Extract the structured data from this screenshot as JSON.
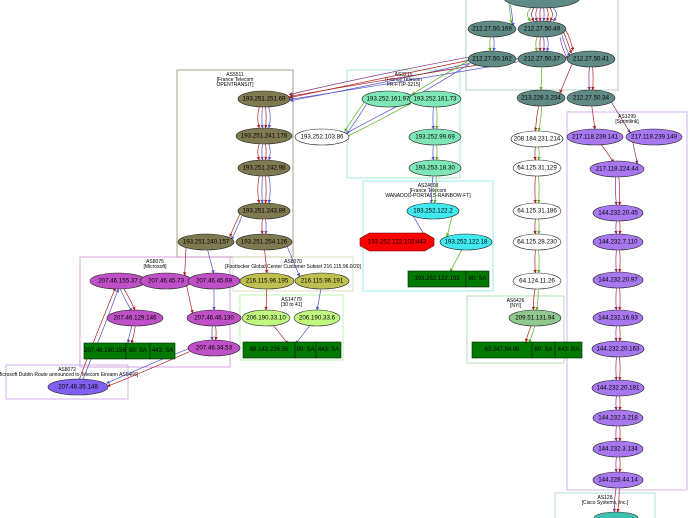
{
  "title": "AS path traceroute graph",
  "colors": {
    "edge_blue": "#5050c8",
    "edge_green": "#58b020",
    "edge_red": "#b02020",
    "edge_purple": "#803080",
    "port_fill": "#007a00"
  },
  "clusters": [
    {
      "id": "as_top",
      "label": [],
      "stroke": "#a0c0c0"
    },
    {
      "id": "as5511",
      "label": [
        "AS5511",
        "[France Telecom",
        "OPENTRANSIT]"
      ],
      "stroke": "#8a8a6a"
    },
    {
      "id": "as3215",
      "label": [
        "AS3215",
        "[France Telecom",
        "FR-FTIP-3215]"
      ],
      "stroke": "#90e8c0"
    },
    {
      "id": "as24608",
      "label": [
        "AS24608",
        "[France Telecom",
        "WANADOO-PORTALS-RAINBOW-FT]"
      ],
      "stroke": "#80e8e8"
    },
    {
      "id": "as8075",
      "label": [
        "AS8075",
        "[Microsoft]"
      ],
      "stroke": "#d090d8"
    },
    {
      "id": "as8070",
      "label": [
        "AS8070",
        "[Footlocker Global Center Customer Subnet 216.115.96.0/20]"
      ],
      "stroke": "#d8d8b0"
    },
    {
      "id": "as14779",
      "label": [
        "AS14779",
        "[30 to 41]"
      ],
      "stroke": "#b0f0a0"
    },
    {
      "id": "as8072",
      "label": [
        "AS8072",
        "[Microsoft Dublin Route announced to Telecom Eireann AS5466]"
      ],
      "stroke": "#c8a0e8"
    },
    {
      "id": "as6426",
      "label": [
        "AS6426",
        "[NYI]"
      ],
      "stroke": "#a0d8a0"
    },
    {
      "id": "as1299",
      "label": [
        "AS1299",
        "[Sprintlink]"
      ],
      "stroke": "#c8a0e8"
    },
    {
      "id": "as128",
      "label": [
        "AS128",
        "[Cisco Systems, Inc.]"
      ],
      "stroke": "#a0d8d0"
    }
  ],
  "nodes": [
    {
      "id": "n_top",
      "label": "",
      "fill": "#5f8a86"
    },
    {
      "id": "n212_169",
      "label": "212.27.50.169",
      "fill": "#5f8a86"
    },
    {
      "id": "n212_49",
      "label": "212.27.50.49",
      "fill": "#5f8a86"
    },
    {
      "id": "n212_162",
      "label": "212.27.50.162",
      "fill": "#5f8a86"
    },
    {
      "id": "n212_37",
      "label": "212.27.50.37",
      "fill": "#5f8a86"
    },
    {
      "id": "n212_41",
      "label": "212.27.50.41",
      "fill": "#5f8a86"
    },
    {
      "id": "n213_234",
      "label": "213.228.3.234",
      "fill": "#5f8a86"
    },
    {
      "id": "n212_34",
      "label": "212.27.50.34",
      "fill": "#5f8a86"
    },
    {
      "id": "n193_251_69",
      "label": "193.251.251.69",
      "fill": "#7f7a50"
    },
    {
      "id": "n193_241_178",
      "label": "193.251.241.178",
      "fill": "#7f7a50"
    },
    {
      "id": "n193_242_98",
      "label": "193.251.242.98",
      "fill": "#7f7a50"
    },
    {
      "id": "n193_243_89",
      "label": "193.251.243.89",
      "fill": "#7f7a50"
    },
    {
      "id": "n193_240_157",
      "label": "193.251.240.157",
      "fill": "#7f7a50"
    },
    {
      "id": "n193_254_126",
      "label": "193.251.254.126",
      "fill": "#7f7a50"
    },
    {
      "id": "n193_161_97",
      "label": "193.252.161.97",
      "fill": "#80e8b8"
    },
    {
      "id": "n193_161_73",
      "label": "193.252.161.73",
      "fill": "#80e8b8"
    },
    {
      "id": "n193_103_86",
      "label": "193.252.103.86",
      "fill": "#ffffff"
    },
    {
      "id": "n193_99_69",
      "label": "193.252.99.69",
      "fill": "#80e8b8"
    },
    {
      "id": "n193_18_30",
      "label": "193.253.18.30",
      "fill": "#80e8b8"
    },
    {
      "id": "n193_122_2",
      "label": "193.252.122.2",
      "fill": "#40e8f0"
    },
    {
      "id": "n193_dead",
      "label": "193.252.122.103:443",
      "fill": "#ff0000",
      "shape": "octagon"
    },
    {
      "id": "n193_122_18",
      "label": "193.252.122.18",
      "fill": "#40e8f0"
    },
    {
      "id": "n208_214",
      "label": "208.184.231.214",
      "fill": "#ffffff"
    },
    {
      "id": "n64_129",
      "label": "64.125.31.129",
      "fill": "#ffffff"
    },
    {
      "id": "n64_186",
      "label": "64.125.31.186",
      "fill": "#ffffff"
    },
    {
      "id": "n64_230",
      "label": "64.125.28.230",
      "fill": "#ffffff"
    },
    {
      "id": "n64_26",
      "label": "64.124.11.26",
      "fill": "#ffffff"
    },
    {
      "id": "n209_94",
      "label": "209.51.131.94",
      "fill": "#90c890"
    },
    {
      "id": "n217_141",
      "label": "217.118.239.141",
      "fill": "#a878f0"
    },
    {
      "id": "n217_149",
      "label": "217.118.239.149",
      "fill": "#a878f0"
    },
    {
      "id": "n217_44",
      "label": "217.118.224.44",
      "fill": "#a878f0"
    },
    {
      "id": "n144_45",
      "label": "144.232.20.45",
      "fill": "#a878f0"
    },
    {
      "id": "n144_110",
      "label": "144.232.7.110",
      "fill": "#a878f0"
    },
    {
      "id": "n144_97",
      "label": "144.232.20.97",
      "fill": "#a878f0"
    },
    {
      "id": "n144_93",
      "label": "144.232.16.93",
      "fill": "#a878f0"
    },
    {
      "id": "n144_163",
      "label": "144.232.20.163",
      "fill": "#a878f0"
    },
    {
      "id": "n144_181",
      "label": "144.232.20.181",
      "fill": "#a878f0"
    },
    {
      "id": "n144_218",
      "label": "144.232.3.218",
      "fill": "#a878f0"
    },
    {
      "id": "n144_134",
      "label": "144.232.3.134",
      "fill": "#a878f0"
    },
    {
      "id": "n144_14",
      "label": "144.228.44.14",
      "fill": "#a878f0"
    },
    {
      "id": "n_cisco",
      "label": "",
      "fill": "#40c0b0"
    },
    {
      "id": "n207_37",
      "label": "207.46.155.37",
      "fill": "#c050c8"
    },
    {
      "id": "n207_73",
      "label": "207.46.45.73",
      "fill": "#c050c8"
    },
    {
      "id": "n207_69",
      "label": "207.46.45.69",
      "fill": "#c050c8"
    },
    {
      "id": "n207_146",
      "label": "207.46.129.146",
      "fill": "#c050c8"
    },
    {
      "id": "n207_130",
      "label": "207.46.46.130",
      "fill": "#c050c8"
    },
    {
      "id": "n207_53",
      "label": "207.46.34.53",
      "fill": "#c050c8"
    },
    {
      "id": "n207_148",
      "label": "207.46.35.148",
      "fill": "#8060f0"
    },
    {
      "id": "n216_195",
      "label": "216.115.96.195",
      "fill": "#c0c050"
    },
    {
      "id": "n216_191",
      "label": "216.115.96.191",
      "fill": "#c0c050"
    },
    {
      "id": "n206_10",
      "label": "206.190.33.10",
      "fill": "#c0f880"
    },
    {
      "id": "n206_6",
      "label": "206.190.33.6",
      "fill": "#c0f880"
    }
  ],
  "port_tables": [
    {
      "id": "pt_wanadoo",
      "cells": [
        "193.252.122.103",
        "80: SA"
      ]
    },
    {
      "id": "pt_nyi",
      "cells": [
        "63.247.94.98",
        "80: SA",
        "443: RA"
      ]
    },
    {
      "id": "pt_msft",
      "cells": [
        "207.46.150.156",
        "80: SA",
        "443: SA"
      ]
    },
    {
      "id": "pt_yahoo",
      "cells": [
        "68.142.226.35",
        "80: SA",
        "443: SA"
      ]
    }
  ],
  "edges": [
    {
      "from": "n_top",
      "to": "n212_169",
      "colors": [
        "blue",
        "green"
      ]
    },
    {
      "from": "n_top",
      "to": "n212_49",
      "colors": [
        "blue",
        "red",
        "red",
        "blue",
        "red",
        "purple",
        "red",
        "green"
      ]
    },
    {
      "from": "n212_169",
      "to": "n212_162",
      "colors": [
        "blue",
        "green"
      ]
    },
    {
      "from": "n212_49",
      "to": "n212_37",
      "colors": [
        "blue",
        "purple",
        "red",
        "green"
      ]
    },
    {
      "from": "n212_49",
      "to": "n212_41",
      "colors": [
        "red",
        "red",
        "blue",
        "purple"
      ]
    },
    {
      "from": "n212_37",
      "to": "n213_234",
      "colors": [
        "green"
      ]
    },
    {
      "from": "n212_41",
      "to": "n213_234",
      "colors": [
        "red"
      ]
    },
    {
      "from": "n212_41",
      "to": "n212_34",
      "colors": [
        "red",
        "purple"
      ]
    },
    {
      "from": "n212_162",
      "to": "n193_251_69",
      "colors": [
        "blue",
        "red",
        "purple"
      ]
    },
    {
      "from": "n212_37",
      "to": "n193_251_69",
      "colors": [
        "blue",
        "red"
      ]
    },
    {
      "from": "n212_162",
      "to": "n193_161_97",
      "colors": [
        "blue",
        "green"
      ]
    },
    {
      "from": "n193_251_69",
      "to": "n193_241_178",
      "colors": [
        "blue",
        "red",
        "blue",
        "red"
      ]
    },
    {
      "from": "n193_241_178",
      "to": "n193_242_98",
      "colors": [
        "blue",
        "red",
        "blue",
        "red"
      ]
    },
    {
      "from": "n193_242_98",
      "to": "n193_243_89",
      "colors": [
        "blue",
        "red",
        "blue",
        "red"
      ]
    },
    {
      "from": "n193_243_89",
      "to": "n193_240_157",
      "colors": [
        "blue",
        "red"
      ]
    },
    {
      "from": "n193_243_89",
      "to": "n193_254_126",
      "colors": [
        "blue",
        "red"
      ]
    },
    {
      "from": "n193_161_97",
      "to": "n193_103_86",
      "colors": [
        "blue",
        "green"
      ]
    },
    {
      "from": "n193_103_86",
      "to": "n193_161_73",
      "colors": [
        "blue",
        "green"
      ]
    },
    {
      "from": "n193_161_73",
      "to": "n193_99_69",
      "colors": [
        "green",
        "blue"
      ]
    },
    {
      "from": "n193_99_69",
      "to": "n193_18_30",
      "colors": [
        "green",
        "blue"
      ]
    },
    {
      "from": "n193_18_30",
      "to": "n193_122_2",
      "colors": [
        "green",
        "blue"
      ]
    },
    {
      "from": "n193_122_2",
      "to": "n193_dead",
      "colors": [
        "blue"
      ]
    },
    {
      "from": "n193_122_2",
      "to": "n193_122_18",
      "colors": [
        "green"
      ]
    },
    {
      "from": "n193_122_18",
      "to": "pt_wanadoo",
      "colors": [
        "green"
      ]
    },
    {
      "from": "n213_234",
      "to": "n208_214",
      "colors": [
        "green",
        "red"
      ]
    },
    {
      "from": "n208_214",
      "to": "n64_129",
      "colors": [
        "green",
        "red"
      ]
    },
    {
      "from": "n64_129",
      "to": "n64_186",
      "colors": [
        "green",
        "red"
      ]
    },
    {
      "from": "n64_186",
      "to": "n64_230",
      "colors": [
        "green",
        "red"
      ]
    },
    {
      "from": "n64_230",
      "to": "n64_26",
      "colors": [
        "green",
        "red"
      ]
    },
    {
      "from": "n64_26",
      "to": "n209_94",
      "colors": [
        "green",
        "red"
      ]
    },
    {
      "from": "n209_94",
      "to": "pt_nyi",
      "colors": [
        "green",
        "red"
      ]
    },
    {
      "from": "n212_34",
      "to": "n217_141",
      "colors": [
        "red"
      ]
    },
    {
      "from": "n212_34",
      "to": "n217_149",
      "colors": [
        "purple"
      ]
    },
    {
      "from": "n217_141",
      "to": "n217_44",
      "colors": [
        "red"
      ]
    },
    {
      "from": "n217_149",
      "to": "n217_44",
      "colors": [
        "purple"
      ]
    },
    {
      "from": "n217_44",
      "to": "n144_45",
      "colors": [
        "red",
        "purple"
      ]
    },
    {
      "from": "n144_45",
      "to": "n144_110",
      "colors": [
        "red",
        "purple"
      ]
    },
    {
      "from": "n144_110",
      "to": "n144_97",
      "colors": [
        "red",
        "purple"
      ]
    },
    {
      "from": "n144_97",
      "to": "n144_93",
      "colors": [
        "red",
        "purple"
      ]
    },
    {
      "from": "n144_93",
      "to": "n144_163",
      "colors": [
        "red",
        "purple"
      ]
    },
    {
      "from": "n144_163",
      "to": "n144_181",
      "colors": [
        "red",
        "purple"
      ]
    },
    {
      "from": "n144_181",
      "to": "n144_218",
      "colors": [
        "red",
        "purple"
      ]
    },
    {
      "from": "n144_218",
      "to": "n144_134",
      "colors": [
        "red",
        "purple"
      ]
    },
    {
      "from": "n144_134",
      "to": "n144_14",
      "colors": [
        "red",
        "purple"
      ]
    },
    {
      "from": "n144_14",
      "to": "n_cisco",
      "colors": [
        "red",
        "purple"
      ]
    },
    {
      "from": "n193_240_157",
      "to": "n207_73",
      "colors": [
        "red"
      ]
    },
    {
      "from": "n193_240_157",
      "to": "n207_69",
      "colors": [
        "blue"
      ]
    },
    {
      "from": "n193_254_126",
      "to": "n216_195",
      "colors": [
        "red"
      ]
    },
    {
      "from": "n193_254_126",
      "to": "n216_191",
      "colors": [
        "blue"
      ]
    },
    {
      "from": "n207_37",
      "to": "n207_146",
      "colors": [
        "red",
        "blue"
      ]
    },
    {
      "from": "n207_73",
      "to": "n207_130",
      "colors": [
        "red"
      ]
    },
    {
      "from": "n207_69",
      "to": "n207_130",
      "colors": [
        "blue"
      ]
    },
    {
      "from": "n207_130",
      "to": "n207_53",
      "colors": [
        "red",
        "blue"
      ]
    },
    {
      "from": "n207_146",
      "to": "pt_msft",
      "colors": [
        "red",
        "blue"
      ]
    },
    {
      "from": "n207_53",
      "to": "n207_148",
      "colors": [
        "red",
        "blue"
      ]
    },
    {
      "from": "n207_148",
      "to": "n207_37",
      "colors": [
        "red",
        "blue"
      ]
    },
    {
      "from": "n216_195",
      "to": "n206_10",
      "colors": [
        "red"
      ]
    },
    {
      "from": "n216_191",
      "to": "n206_6",
      "colors": [
        "blue"
      ]
    },
    {
      "from": "n206_10",
      "to": "pt_yahoo",
      "colors": [
        "red"
      ]
    },
    {
      "from": "n206_6",
      "to": "pt_yahoo",
      "colors": [
        "blue"
      ]
    }
  ]
}
